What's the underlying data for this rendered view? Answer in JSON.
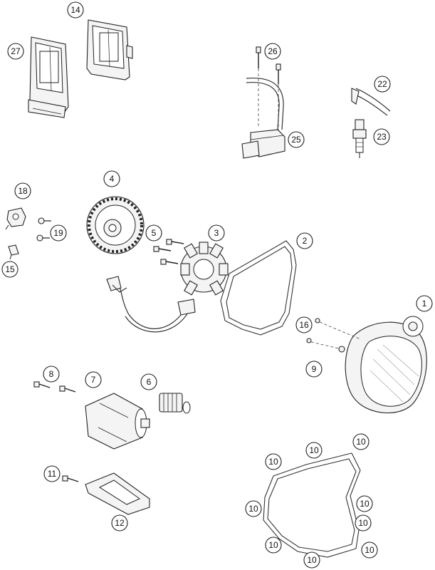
{
  "callouts": {
    "c1": "1",
    "c2": "2",
    "c3": "3",
    "c4": "4",
    "c5": "5",
    "c6": "6",
    "c7": "7",
    "c8": "8",
    "c9": "9",
    "c10": "10",
    "c11": "11",
    "c12": "12",
    "c14": "14",
    "c15": "15",
    "c16": "16",
    "c18": "18",
    "c19": "19",
    "c22": "22",
    "c23": "23",
    "c25": "25",
    "c26": "26",
    "c27": "27"
  },
  "colors": {
    "line": "#222222",
    "fill": "#f4f4f4",
    "callout_fill": "#ffffff"
  }
}
